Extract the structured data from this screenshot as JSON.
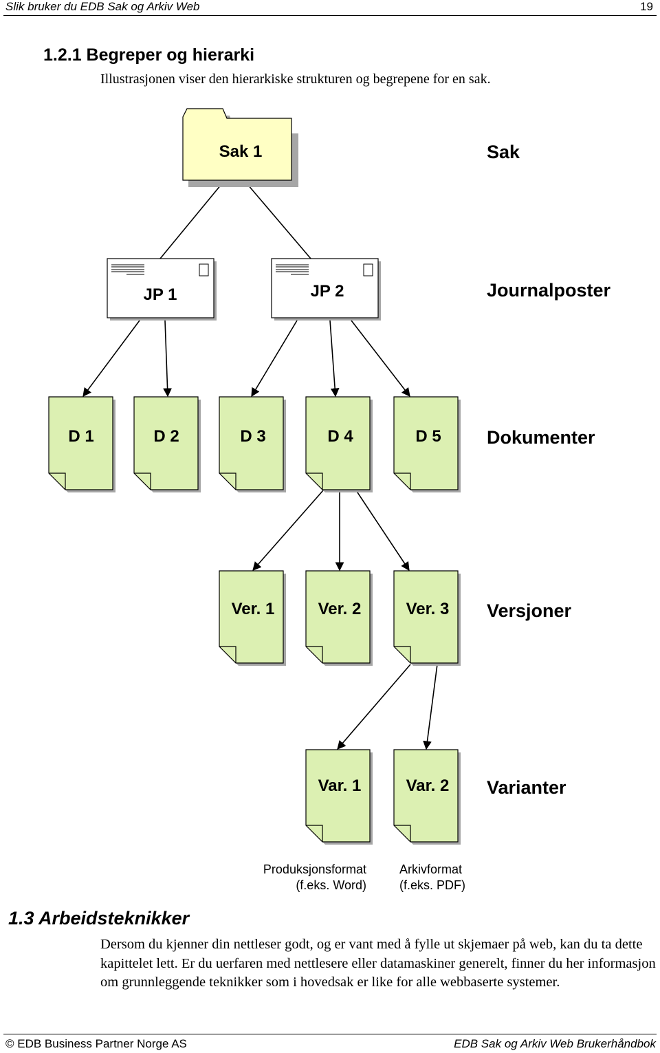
{
  "header": {
    "title": "Slik bruker du EDB Sak og Arkiv Web",
    "page_number": "19"
  },
  "section": {
    "title": "1.2.1 Begreper og hierarki",
    "intro": "Illustrasjonen viser den hierarkiske strukturen og begrepene for en sak."
  },
  "diagram": {
    "case_label": "Sak 1",
    "journal_posts": [
      "JP 1",
      "JP 2"
    ],
    "documents": [
      "D 1",
      "D 2",
      "D 3",
      "D 4",
      "D 5"
    ],
    "versions": [
      "Ver. 1",
      "Ver. 2",
      "Ver. 3"
    ],
    "variants": [
      "Var. 1",
      "Var. 2"
    ],
    "level_labels": {
      "case": "Sak",
      "journal_posts": "Journalposter",
      "documents": "Dokumenter",
      "versions": "Versjoner",
      "variants": "Varianter"
    },
    "formats": {
      "production_line1": "Produksjonsformat",
      "production_line2": "(f.eks. Word)",
      "archive_line1": "Arkivformat",
      "archive_line2": "(f.eks. PDF)"
    },
    "colors": {
      "folder_fill": "#ffffc4",
      "document_fill": "#dcf0b2",
      "envelope_fill": "#ffffff",
      "shadow": "#a6a6a6"
    }
  },
  "section2": {
    "title": "1.3 Arbeidsteknikker",
    "body": "Dersom du kjenner din nettleser godt, og er vant med å fylle ut skjemaer på web, kan du ta dette kapittelet lett. Er du uerfaren med nettlesere eller datamaskiner generelt, finner du her informasjon om grunnleggende teknikker som i hovedsak er like for alle webbaserte systemer."
  },
  "footer": {
    "left": "© EDB Business Partner Norge AS",
    "right": "EDB Sak og Arkiv Web Brukerhåndbok"
  }
}
